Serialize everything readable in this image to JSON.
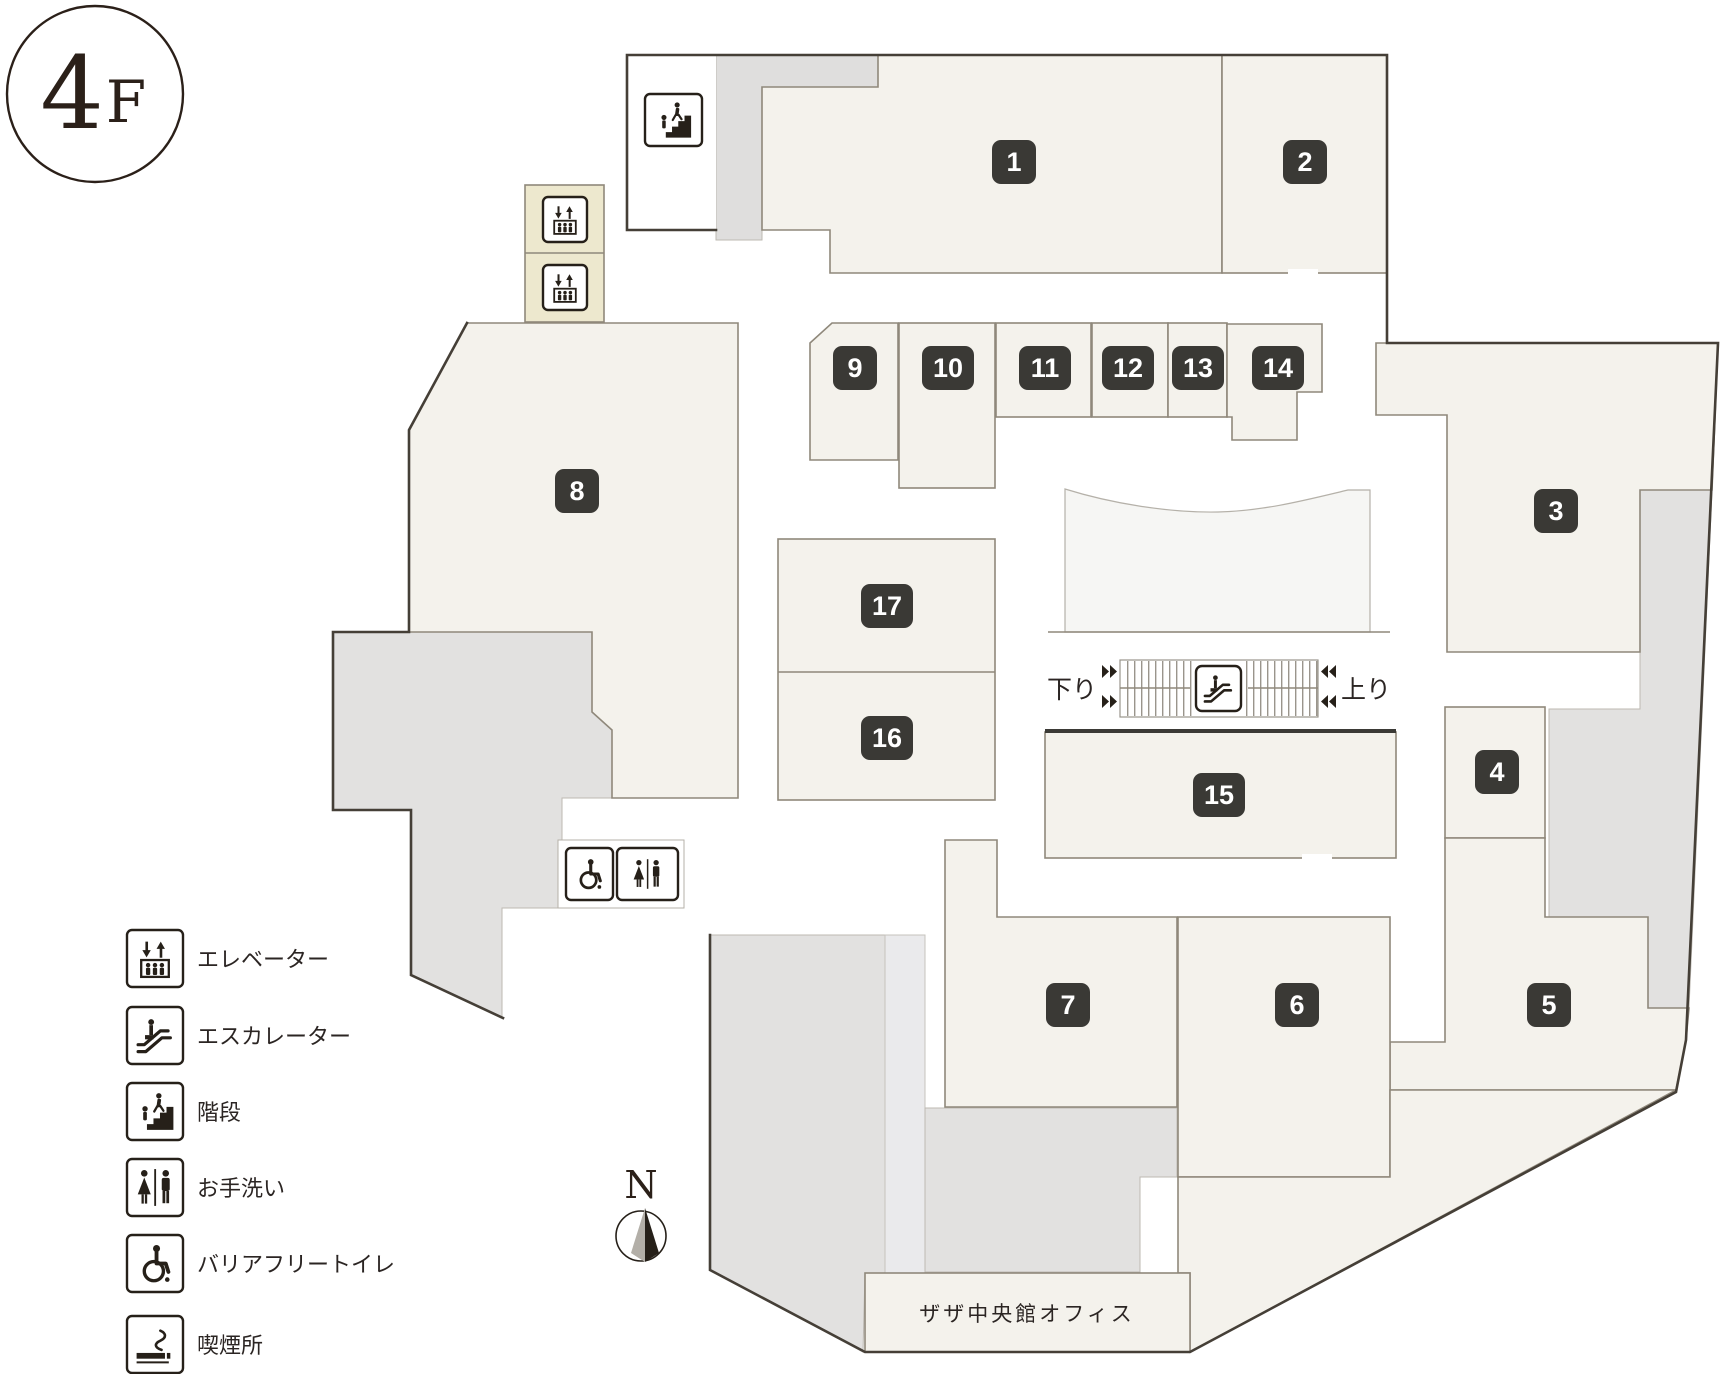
{
  "floor": {
    "number": "4",
    "suffix": "F"
  },
  "rooms": [
    {
      "number": "1"
    },
    {
      "number": "2"
    },
    {
      "number": "3"
    },
    {
      "number": "4"
    },
    {
      "number": "5"
    },
    {
      "number": "6"
    },
    {
      "number": "7"
    },
    {
      "number": "8"
    },
    {
      "number": "9"
    },
    {
      "number": "10"
    },
    {
      "number": "11"
    },
    {
      "number": "12"
    },
    {
      "number": "13"
    },
    {
      "number": "14"
    },
    {
      "number": "15"
    },
    {
      "number": "16"
    },
    {
      "number": "17"
    }
  ],
  "escalator": {
    "down_label": "下り",
    "up_label": "上り",
    "icon": "escalator-icon"
  },
  "office": {
    "label": "ザザ中央館オフィス"
  },
  "compass": {
    "label": "N"
  },
  "legend": {
    "items": [
      {
        "icon": "elevator-icon",
        "label": "エレベーター"
      },
      {
        "icon": "escalator-icon",
        "label": "エスカレーター"
      },
      {
        "icon": "stairs-icon",
        "label": "階段"
      },
      {
        "icon": "restroom-icon",
        "label": "お手洗い"
      },
      {
        "icon": "wheelchair-icon",
        "label": "バリアフリートイレ"
      },
      {
        "icon": "smoking-icon",
        "label": "喫煙所"
      }
    ]
  },
  "colors": {
    "room_fill": "#f4f2ec",
    "room_stroke": "#8f887b",
    "corridor_gray": "#e2e1e0",
    "elevator_shaft_fill": "#ede8ce",
    "badge_bg": "#3a3935",
    "badge_text": "#ffffff",
    "outer_wall": "#453f37",
    "icon_ink": "#262019"
  }
}
